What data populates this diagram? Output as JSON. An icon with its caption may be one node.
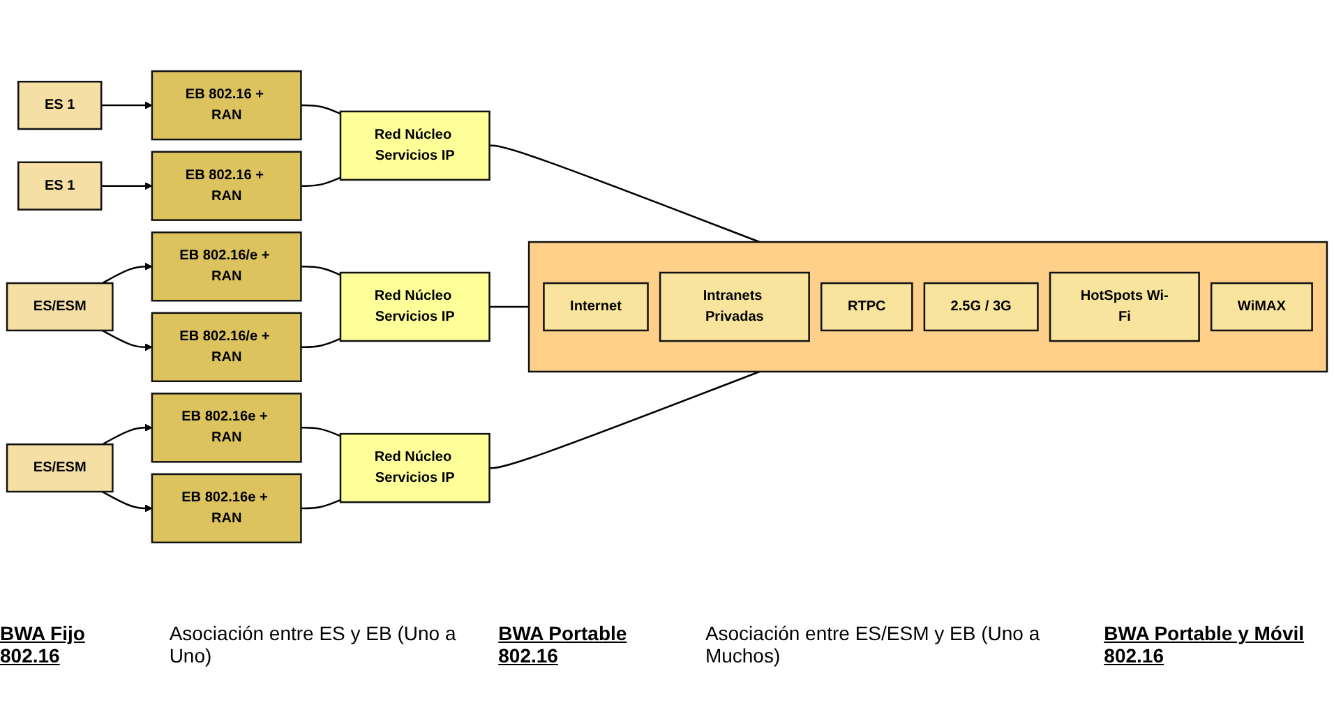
{
  "diagram": {
    "nodes": [
      {
        "text": [
          "ES 1"
        ]
      },
      {
        "text": [
          "ES 1"
        ]
      },
      {
        "text": [
          "ES/ESM"
        ]
      },
      {
        "text": [
          "ES/ESM"
        ]
      },
      {
        "text": [
          "EB 802.16 + RAN"
        ]
      },
      {
        "text": [
          "EB 802.16 + RAN"
        ]
      },
      {
        "text": [
          "EB 802.16/e + RAN"
        ]
      },
      {
        "text": [
          "EB 802.16/e + RAN"
        ]
      },
      {
        "text": [
          "EB 802.16e + RAN"
        ]
      },
      {
        "text": [
          "EB 802.16e + RAN"
        ]
      },
      {
        "text": [
          "Red Núcleo Servicios IP"
        ]
      },
      {
        "text": [
          "Red Núcleo Servicios IP"
        ]
      },
      {
        "text": [
          "Red Núcleo Servicios IP"
        ]
      },
      {
        "text": [],
        "shape": "box"
      },
      {
        "text": [
          "Internet"
        ],
        "in": 13
      },
      {
        "text": [
          "Intranets Privadas"
        ],
        "in": 13
      },
      {
        "text": [
          "RTPC"
        ],
        "in": 13
      },
      {
        "text": [
          "2.5G / 3G"
        ],
        "in": 13
      },
      {
        "text": [
          "HotSpots Wi-Fi"
        ],
        "in": 13
      },
      {
        "text": [
          "WiMAX"
        ],
        "in": 13
      }
    ],
    "edges": [
      {
        "from": 0,
        "to": 4,
        "arrow": "to"
      },
      {
        "from": 1,
        "to": 5,
        "arrow": "to"
      },
      {
        "from": 2,
        "to": 6,
        "arrow": "to"
      },
      {
        "from": 2,
        "to": 7,
        "arrow": "to"
      },
      {
        "from": 3,
        "to": 8,
        "arrow": "to"
      },
      {
        "from": 3,
        "to": 9,
        "arrow": "to"
      },
      {
        "from": 4,
        "to": 10,
        "arrow": "none"
      },
      {
        "from": 5,
        "to": 10,
        "arrow": "none"
      },
      {
        "from": 6,
        "to": 11,
        "arrow": "none"
      },
      {
        "from": 7,
        "to": 11,
        "arrow": "none"
      },
      {
        "from": 8,
        "to": 12,
        "arrow": "none"
      },
      {
        "from": 9,
        "to": 12,
        "arrow": "none"
      },
      {
        "from": 10,
        "to": 13,
        "arrow": "none"
      },
      {
        "from": 11,
        "to": 13,
        "arrow": "none"
      },
      {
        "from": 12,
        "to": 13,
        "arrow": "none"
      }
    ],
    "labels": [
      "BWA Fijo 802.16",
      "Asociación entre ES y EB (Uno a Uno)",
      "BWA Portable 802.16",
      "Asociación entre ES/ESM y EB (Uno a Muchos)",
      "BWA Portable y Móvil 802.16"
    ]
  }
}
